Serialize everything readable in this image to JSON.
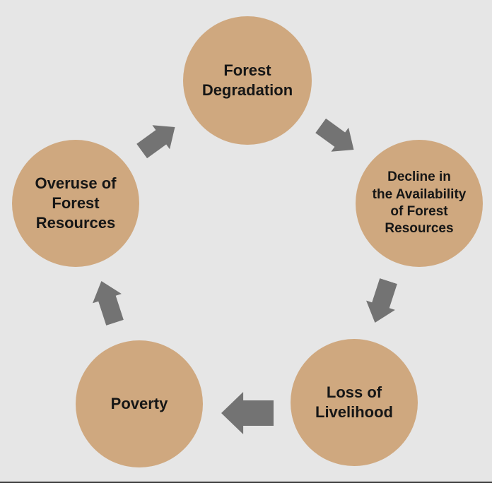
{
  "canvas": {
    "background_color": "#e6e6e6",
    "bottom_border_color": "#3d3d3d"
  },
  "diagram": {
    "type": "cycle",
    "node_fill_color": "#cfa87f",
    "node_text_color": "#161616",
    "arrow_color": "#737373",
    "nodes": [
      {
        "id": "forest-degradation",
        "label": "Forest\nDegradation"
      },
      {
        "id": "decline-availability",
        "label": "Decline in\nthe Availability\nof Forest\nResources"
      },
      {
        "id": "loss-of-livelihood",
        "label": "Loss of\nLivelihood"
      },
      {
        "id": "poverty",
        "label": "Poverty"
      },
      {
        "id": "overuse-forest-resources",
        "label": "Overuse of\nForest\nResources"
      }
    ],
    "arrows": [
      {
        "from": "overuse-forest-resources",
        "to": "forest-degradation"
      },
      {
        "from": "forest-degradation",
        "to": "decline-availability"
      },
      {
        "from": "decline-availability",
        "to": "loss-of-livelihood"
      },
      {
        "from": "loss-of-livelihood",
        "to": "poverty"
      },
      {
        "from": "poverty",
        "to": "overuse-forest-resources"
      }
    ]
  }
}
